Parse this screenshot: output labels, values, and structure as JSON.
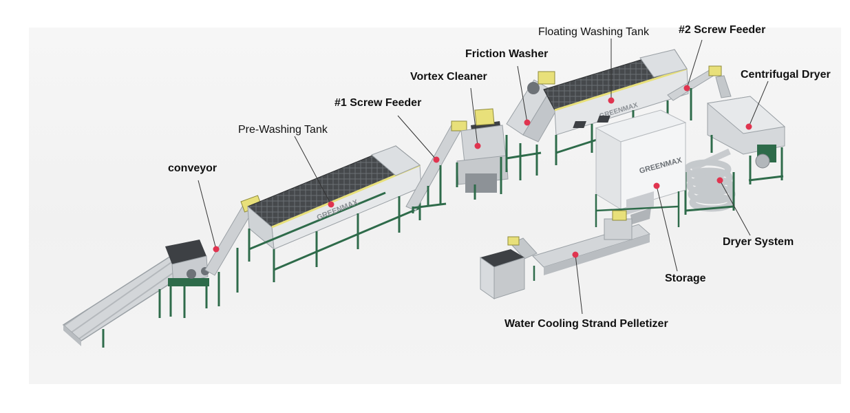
{
  "labels": {
    "conveyor": "conveyor",
    "pre_washing_tank": "Pre-Washing Tank",
    "screw_feeder_1": "#1 Screw Feeder",
    "vortex_cleaner": "Vortex Cleaner",
    "friction_washer": "Friction Washer",
    "floating_washing_tank": "Floating Washing Tank",
    "screw_feeder_2": "#2 Screw Feeder",
    "centrifugal_dryer": "Centrifugal Dryer",
    "dryer_system": "Dryer System",
    "storage": "Storage",
    "pelletizer": "Water Cooling Strand Pelletizer"
  },
  "colors": {
    "frame": "#2e6b4a",
    "steel": "#d6d9dc",
    "steel_dark": "#a9aeb3",
    "mesh": "#3a3d40",
    "accent": "#e8e07a",
    "marker": "#e0344f",
    "leader": "#333333"
  }
}
